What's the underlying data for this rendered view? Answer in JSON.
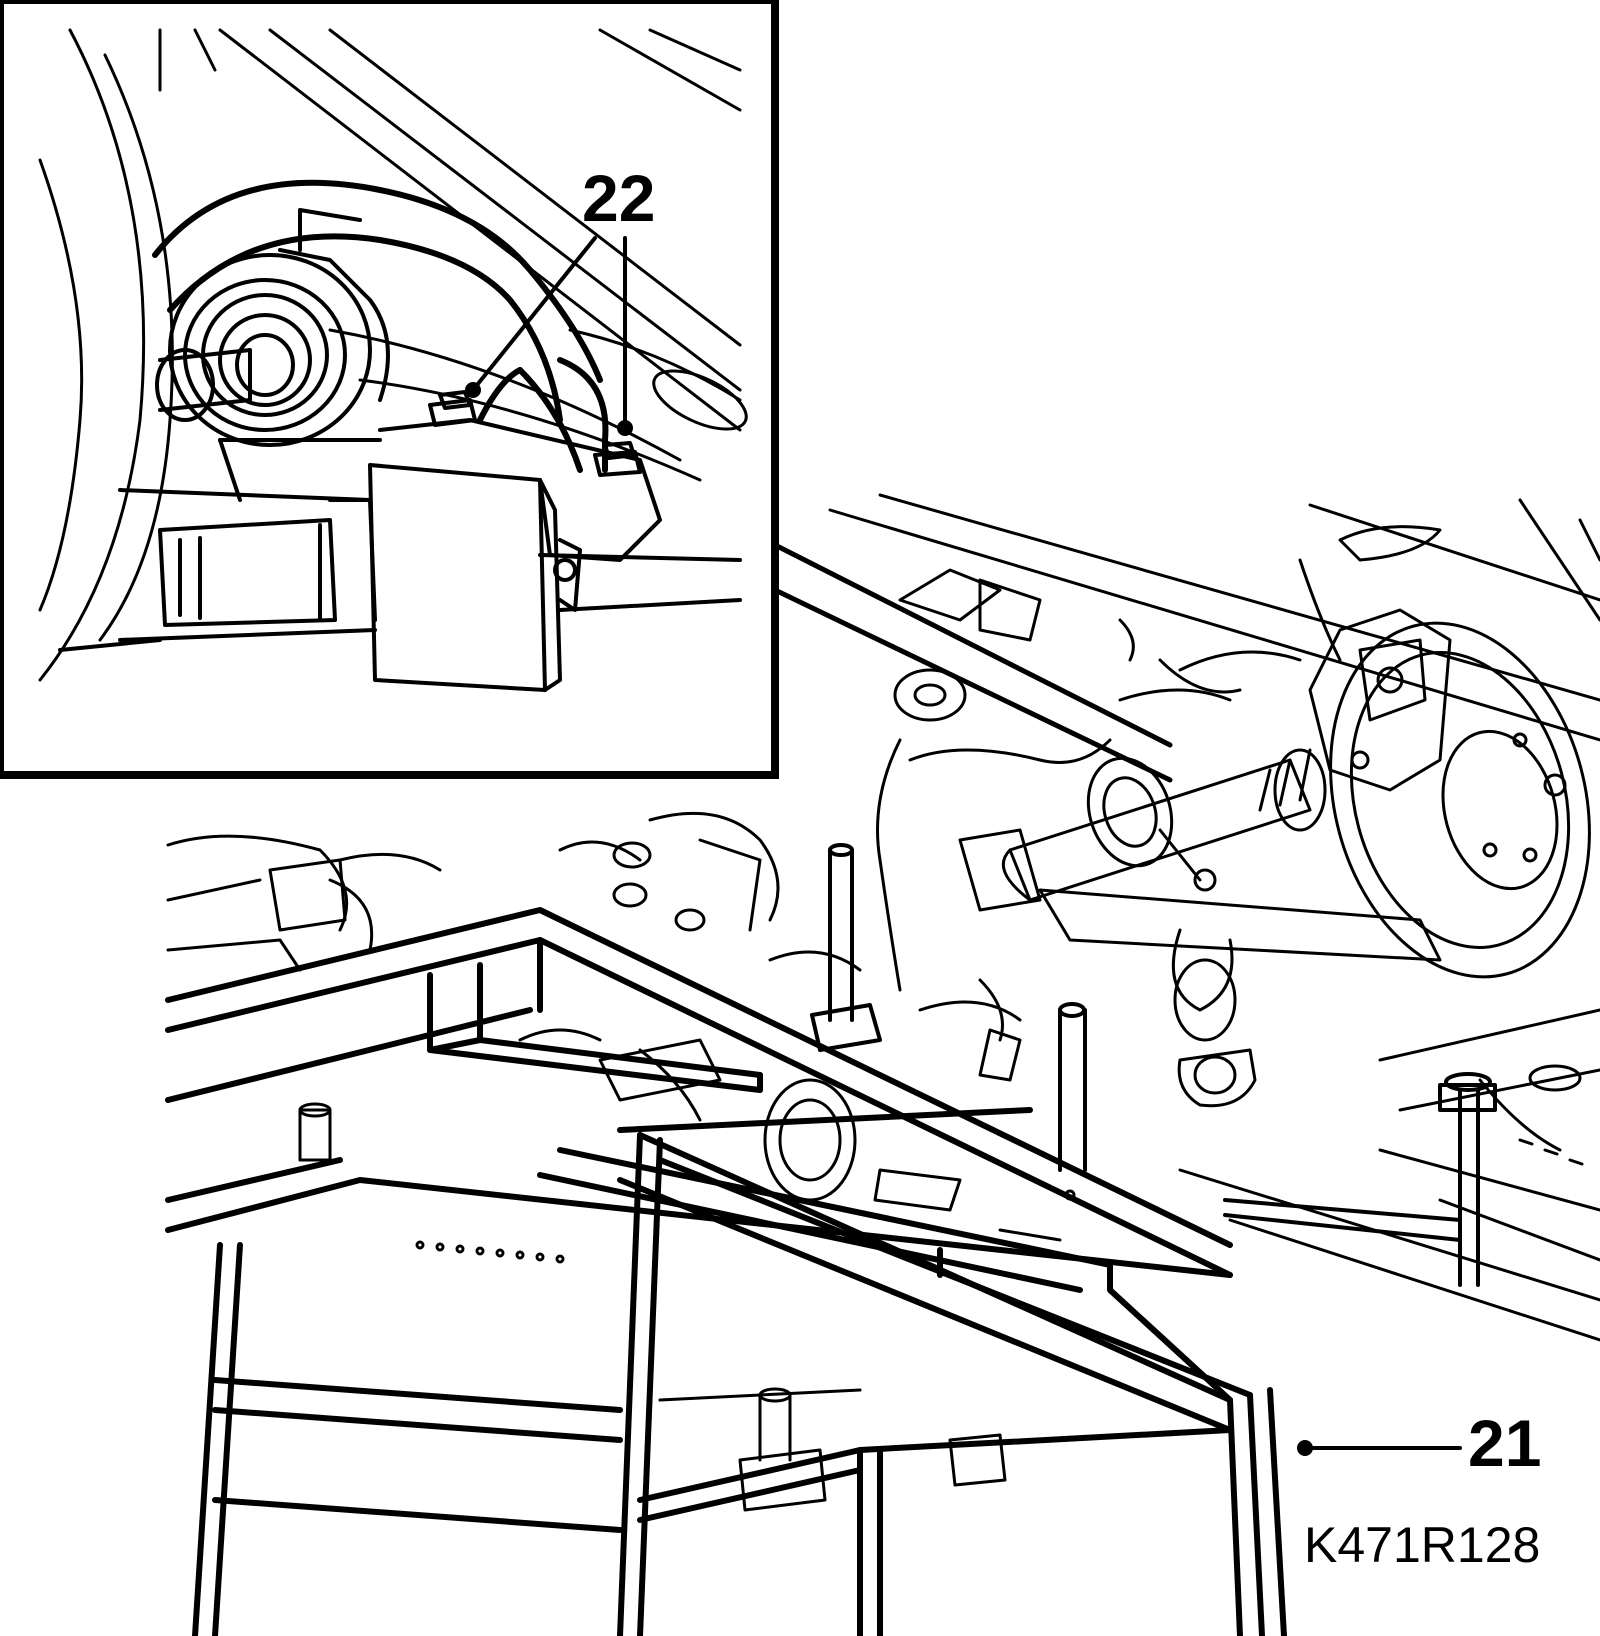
{
  "callouts": {
    "c22": "22",
    "c21": "21"
  },
  "figure_code": "K471R128",
  "colors": {
    "line": "#000000",
    "paper": "#ffffff"
  }
}
